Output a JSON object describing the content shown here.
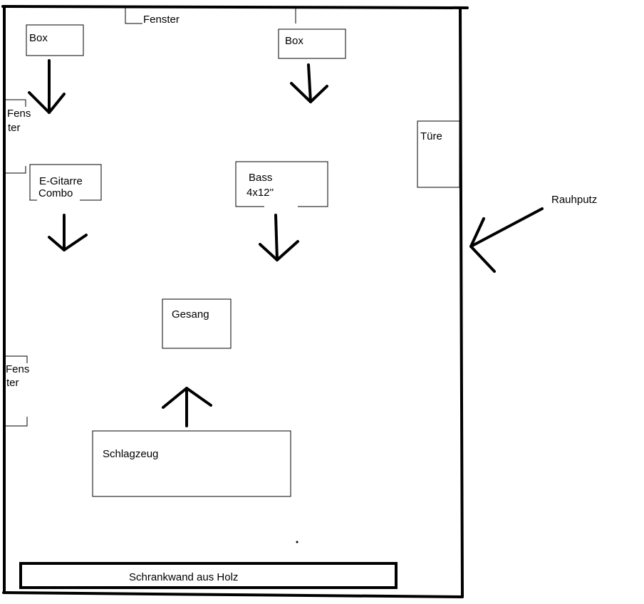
{
  "diagram": {
    "colors": {
      "ink": "#000000",
      "background": "#ffffff"
    },
    "top_window": "Fenster",
    "left_window_upper": {
      "line1": "Fens",
      "line2": "ter"
    },
    "left_window_lower": {
      "line1": "Fens",
      "line2": "ter"
    },
    "door": "Türe",
    "wall_note": "Rauhputz",
    "box_left": "Box",
    "box_right": "Box",
    "guitar_combo": {
      "line1": "E-Gitarre",
      "line2": "Combo"
    },
    "bass_cab": {
      "line1": "Bass",
      "line2": "4x12''"
    },
    "vocals": "Gesang",
    "drums": "Schlagzeug",
    "wardrobe": "Schrankwand aus Holz"
  }
}
